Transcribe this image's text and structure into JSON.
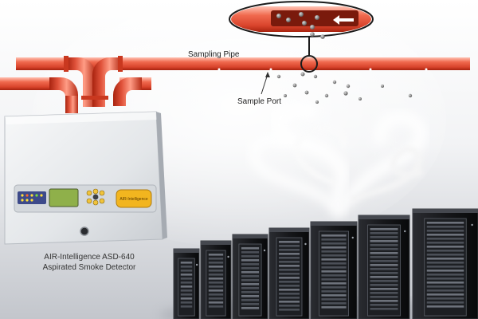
{
  "labels": {
    "sampling_pipe": "Sampling Pipe",
    "sample_port": "Sample Port"
  },
  "device": {
    "caption_line1": "AIR-Intelligence ASD-640",
    "caption_line2": "Aspirated Smoke Detector",
    "badge": "AIR-Intelligence",
    "screen_text": ""
  },
  "colors": {
    "pipe": "#e8563d",
    "pipe_highlight": "#ffb6a6",
    "pipe_shadow": "#b32914",
    "background_top": "#ffffff",
    "background_bottom": "#c9ccd2",
    "device_body": "#eceef0",
    "device_display": "#8fb04a",
    "rack": "#101114"
  },
  "icons": {
    "magnifier": "magnifier-circle-icon",
    "flow_arrow": "arrow-left-icon"
  }
}
